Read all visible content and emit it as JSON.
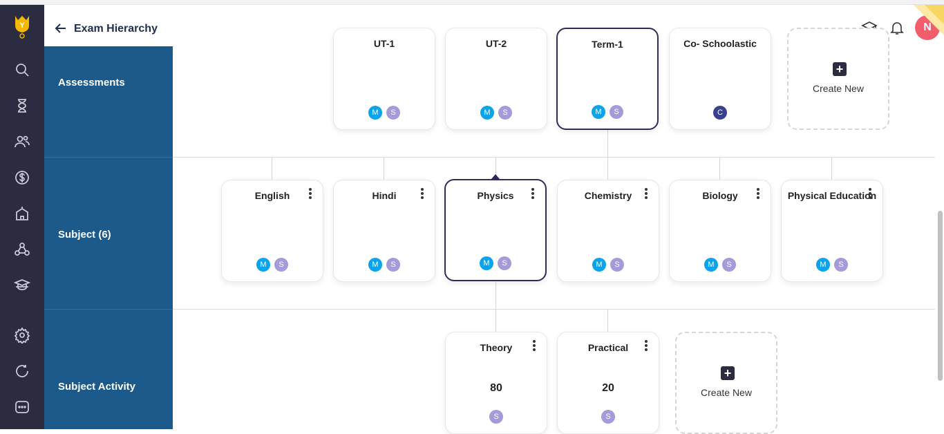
{
  "header": {
    "title": "Exam Hierarchy",
    "avatar_initial": "N"
  },
  "rows": {
    "assessments": "Assessments",
    "subject": "Subject (6)",
    "subject_activity": "Subject Activity"
  },
  "assessments": [
    {
      "name": "UT-1",
      "badges": [
        "M",
        "S"
      ]
    },
    {
      "name": "UT-2",
      "badges": [
        "M",
        "S"
      ]
    },
    {
      "name": "Term-1",
      "badges": [
        "M",
        "S"
      ],
      "selected": true
    },
    {
      "name": "Co- Schoolastic",
      "badges": [
        "C"
      ]
    }
  ],
  "subjects": [
    {
      "name": "English",
      "badges": [
        "M",
        "S"
      ]
    },
    {
      "name": "Hindi",
      "badges": [
        "M",
        "S"
      ]
    },
    {
      "name": "Physics",
      "badges": [
        "M",
        "S"
      ],
      "selected": true
    },
    {
      "name": "Chemistry",
      "badges": [
        "M",
        "S"
      ]
    },
    {
      "name": "Biology",
      "badges": [
        "M",
        "S"
      ]
    },
    {
      "name": "Physical Education",
      "badges": [
        "M",
        "S"
      ]
    }
  ],
  "activities": [
    {
      "name": "Theory",
      "value": "80",
      "badges": [
        "S"
      ]
    },
    {
      "name": "Practical",
      "value": "20",
      "badges": [
        "S"
      ]
    }
  ],
  "create_new_label": "Create New",
  "colors": {
    "rail": "#2b2c40",
    "band": "#1b5a8a",
    "badge_m": "#0aa3ec",
    "badge_s": "#a79ad8",
    "badge_c": "#3a3f8e",
    "selected_border": "#2f2c5a",
    "avatar": "#f25c6b"
  }
}
